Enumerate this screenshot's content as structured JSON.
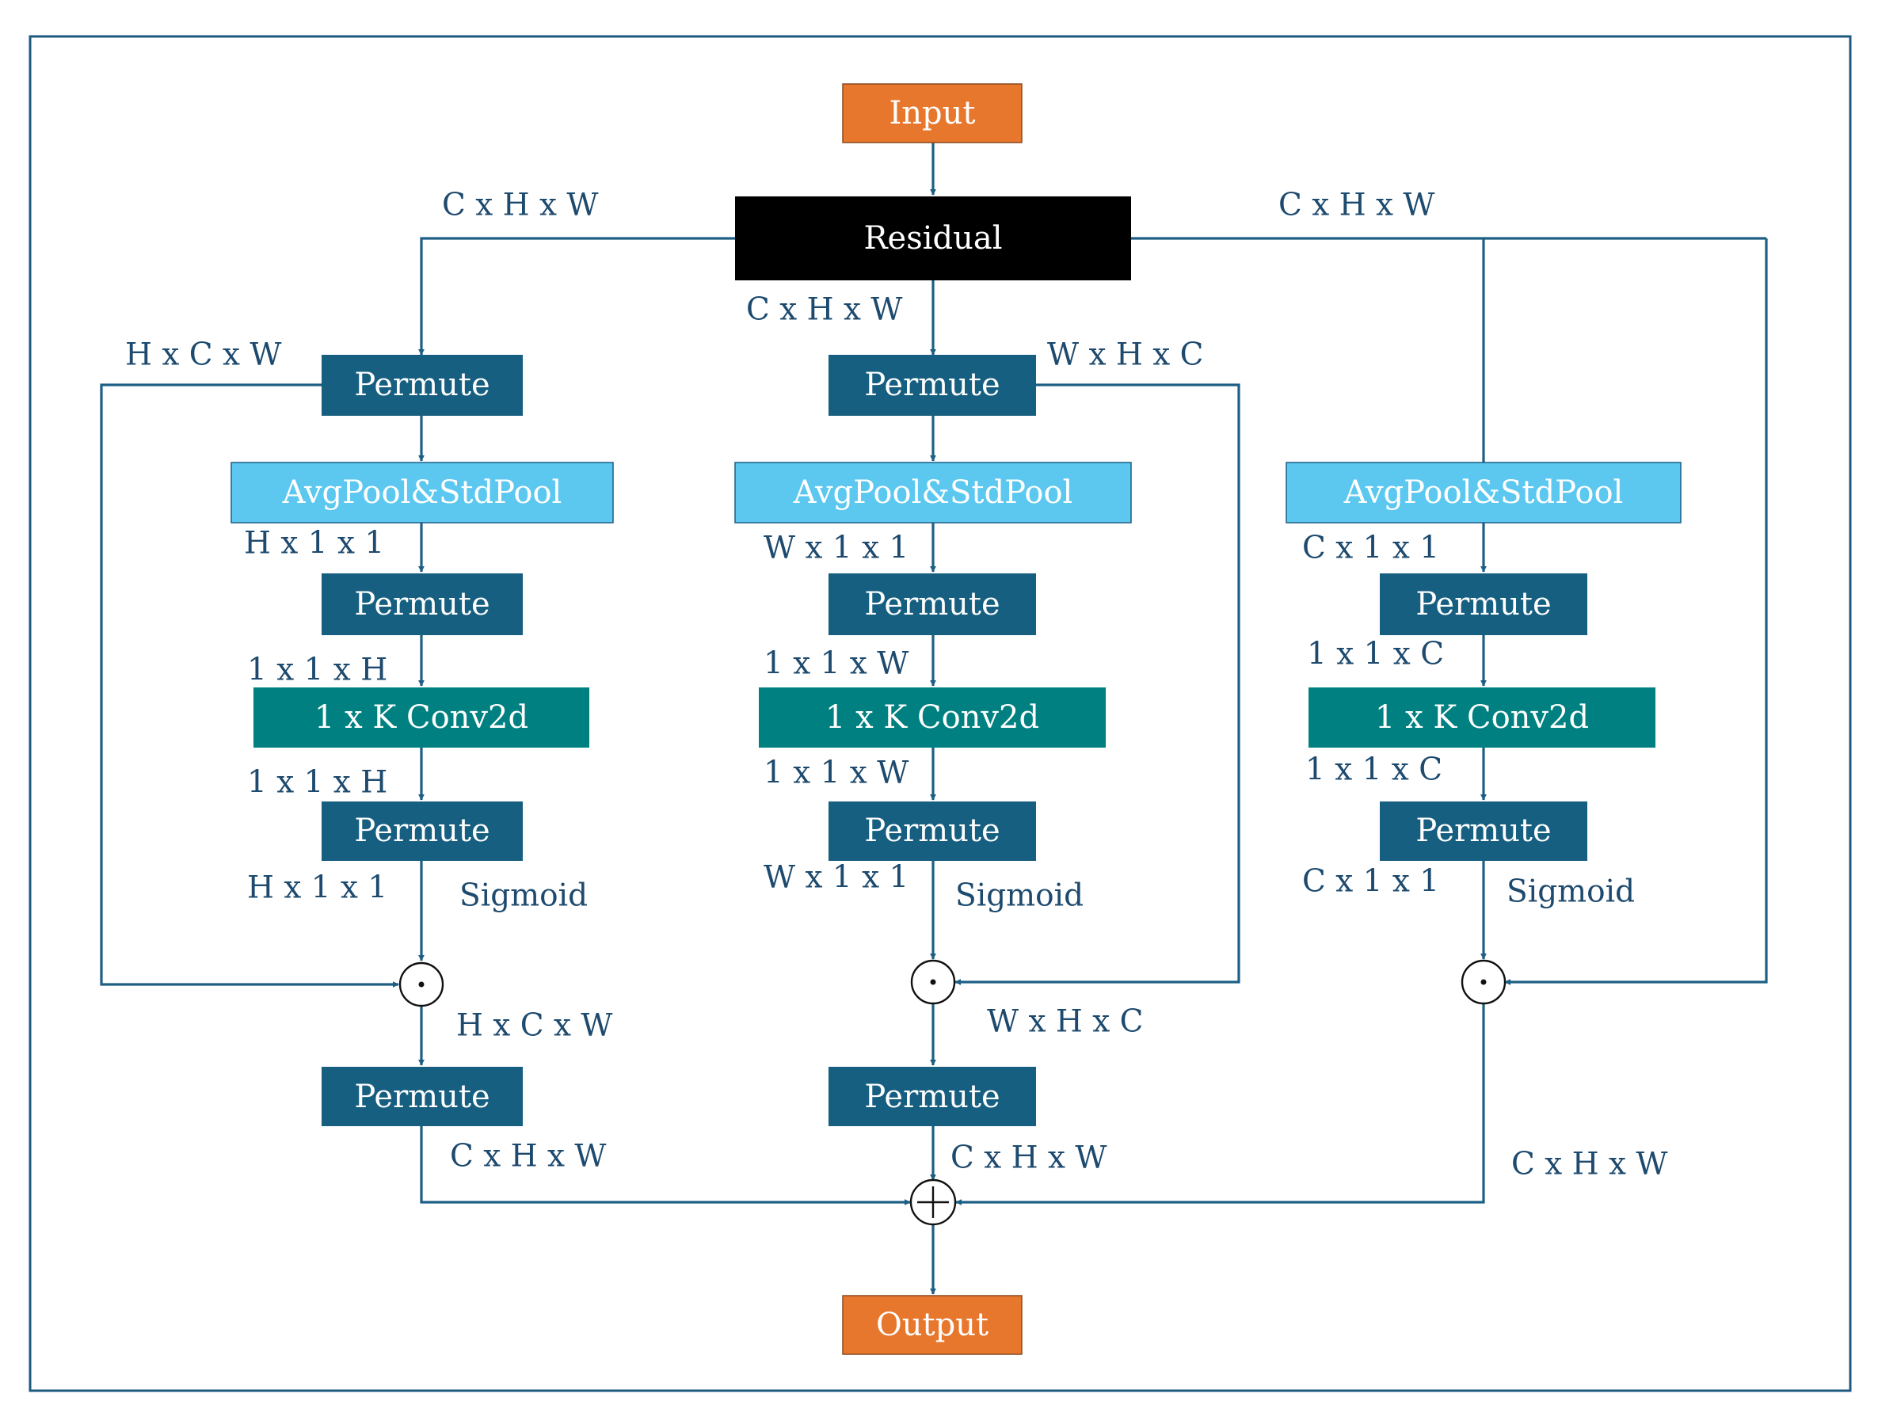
{
  "colors": {
    "io": "#e8772e",
    "residual": "#000000",
    "permute": "#175f80",
    "pool": "#5cc8f0",
    "conv": "#008080",
    "line": "#1d5f84",
    "label": "#1d4a6e"
  },
  "io": {
    "input": "Input",
    "output": "Output"
  },
  "residual": {
    "label": "Residual"
  },
  "branches": {
    "left": {
      "input_dim": "C x H x W",
      "permute1": "Permute",
      "permute1_dim": "H x C x W",
      "pool": "AvgPool&StdPool",
      "pool_dim": "H x 1 x 1",
      "permute2": "Permute",
      "permute2_dim": "1 x 1 x H",
      "conv": "1 x K Conv2d",
      "conv_dim": "1 x 1 x H",
      "permute3": "Permute",
      "permute3_dim": "H x 1 x 1",
      "activation": "Sigmoid",
      "product_dim": "H x C x W",
      "permute4": "Permute",
      "output_dim": "C x H x W"
    },
    "middle": {
      "input_dim": "C x H x W",
      "permute1": "Permute",
      "permute1_dim": "W x H x C",
      "pool": "AvgPool&StdPool",
      "pool_dim": "W x 1 x 1",
      "permute2": "Permute",
      "permute2_dim": "1 x 1 x W",
      "conv": "1 x K Conv2d",
      "conv_dim": "1 x 1 x W",
      "permute3": "Permute",
      "permute3_dim": "W x 1 x 1",
      "activation": "Sigmoid",
      "product_dim": "W x H x C",
      "permute4": "Permute",
      "output_dim": "C x H x W"
    },
    "right": {
      "input_dim": "C x H x W",
      "pool": "AvgPool&StdPool",
      "pool_dim": "C x 1 x 1",
      "permute2": "Permute",
      "permute2_dim": "1 x 1 x C",
      "conv": "1 x K Conv2d",
      "conv_dim": "1 x 1 x C",
      "permute3": "Permute",
      "permute3_dim": "C x 1 x 1",
      "activation": "Sigmoid",
      "output_dim": "C x H x W"
    }
  }
}
